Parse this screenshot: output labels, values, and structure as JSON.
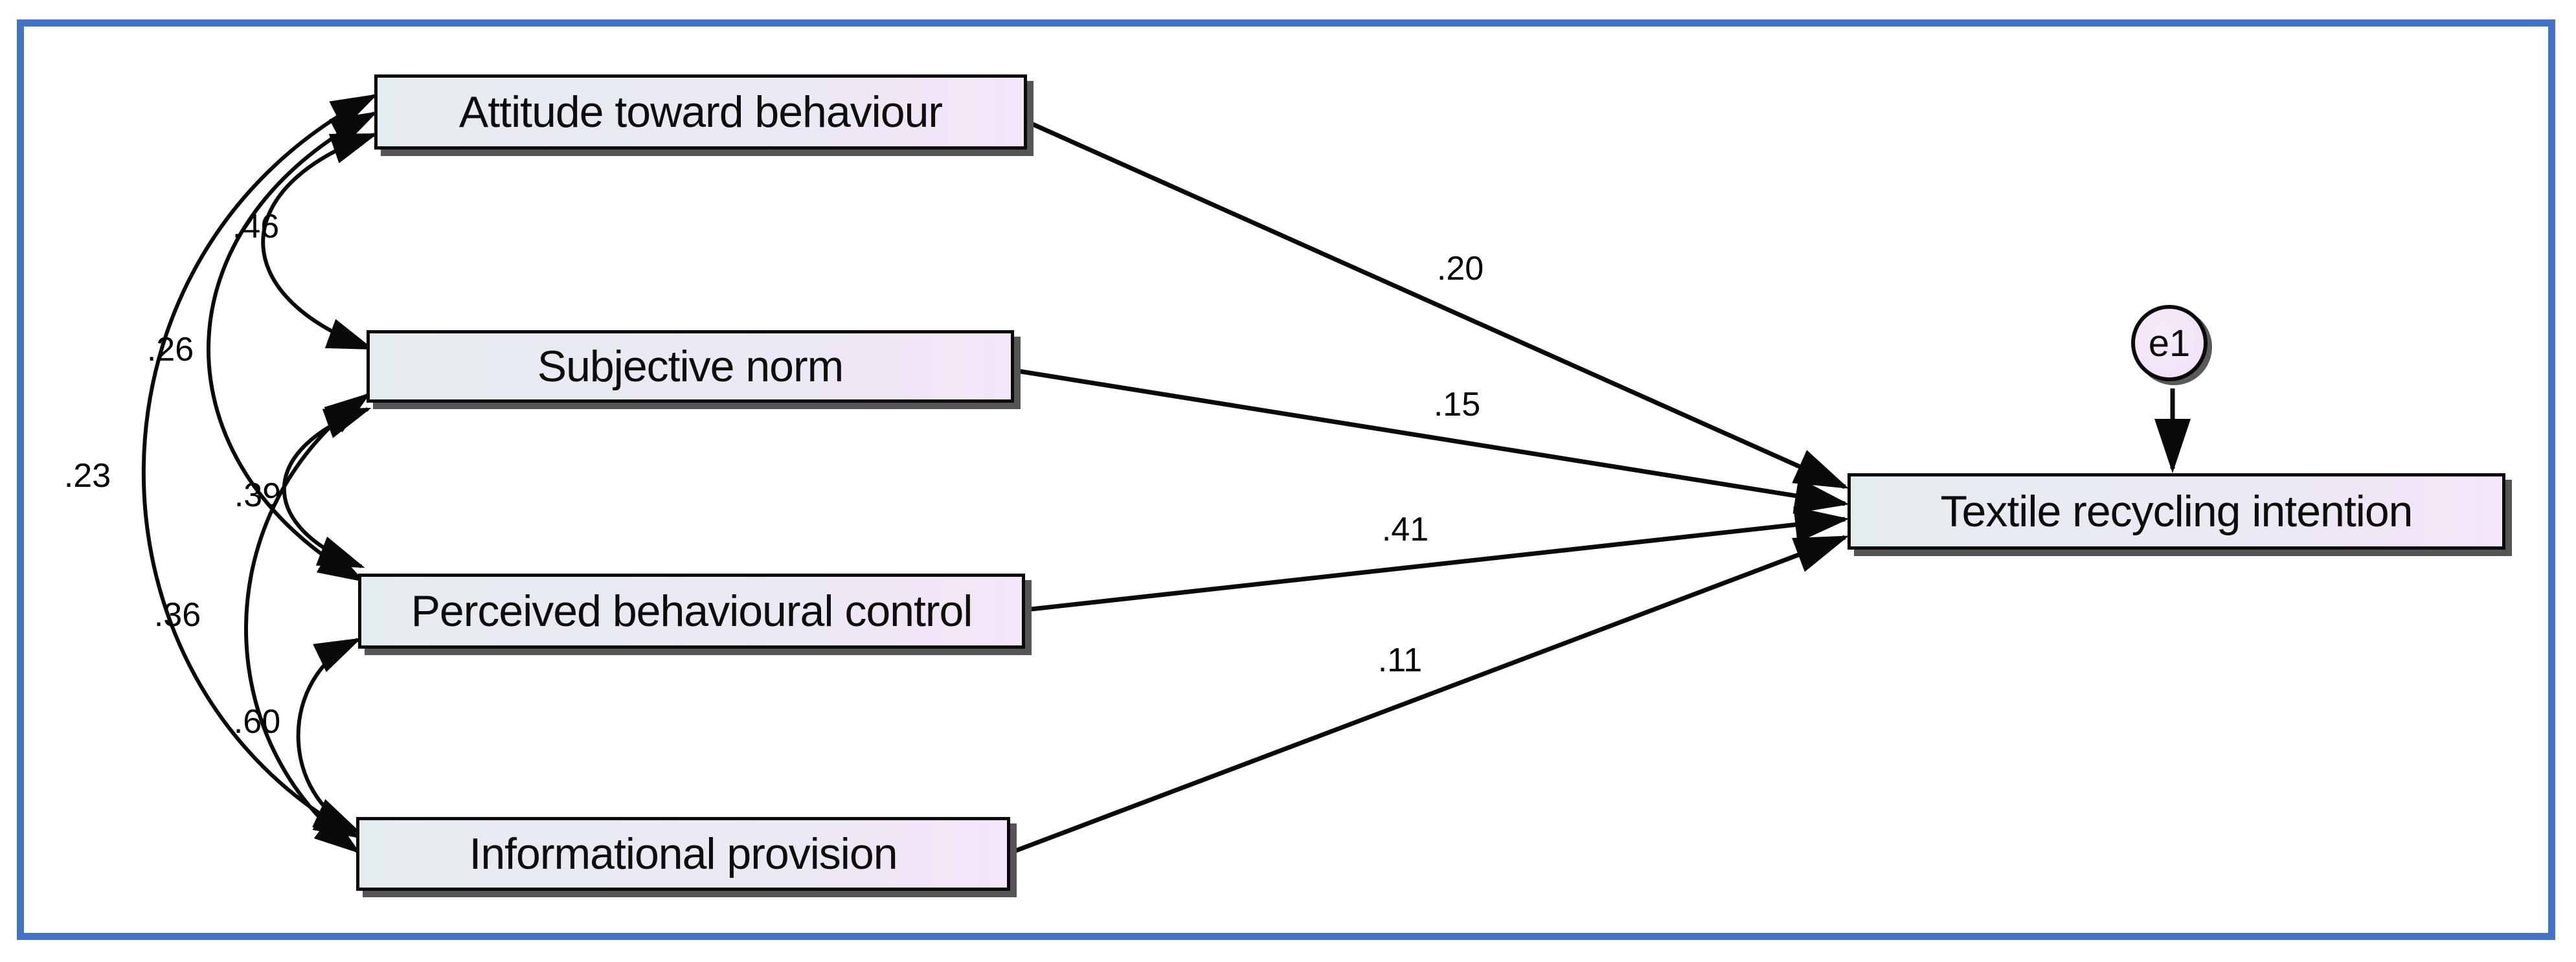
{
  "frame": {
    "border_color": "#4472c4",
    "background": "#ffffff"
  },
  "nodes": {
    "attitude": {
      "label": "Attitude toward behaviour",
      "type": "observed-exogenous"
    },
    "subjective": {
      "label": "Subjective norm",
      "type": "observed-exogenous"
    },
    "pbc": {
      "label": "Perceived behavioural control",
      "type": "observed-exogenous"
    },
    "info": {
      "label": "Informational provision",
      "type": "observed-exogenous"
    },
    "intention": {
      "label": "Textile recycling intention",
      "type": "observed-endogenous"
    },
    "error": {
      "label": "e1",
      "type": "error-term"
    }
  },
  "paths": [
    {
      "from": "Attitude toward behaviour",
      "to": "Textile recycling intention",
      "coef": ".20"
    },
    {
      "from": "Subjective norm",
      "to": "Textile recycling intention",
      "coef": ".15"
    },
    {
      "from": "Perceived behavioural control",
      "to": "Textile recycling intention",
      "coef": ".41"
    },
    {
      "from": "Informational provision",
      "to": "Textile recycling intention",
      "coef": ".11"
    },
    {
      "from": "e1",
      "to": "Textile recycling intention"
    }
  ],
  "covariances": [
    {
      "between": [
        "Attitude toward behaviour",
        "Subjective norm"
      ],
      "value": ".46"
    },
    {
      "between": [
        "Attitude toward behaviour",
        "Perceived behavioural control"
      ],
      "value": ".26"
    },
    {
      "between": [
        "Attitude toward behaviour",
        "Informational provision"
      ],
      "value": ".23"
    },
    {
      "between": [
        "Subjective norm",
        "Perceived behavioural control"
      ],
      "value": ".39"
    },
    {
      "between": [
        "Subjective norm",
        "Informational provision"
      ],
      "value": ".36"
    },
    {
      "between": [
        "Perceived behavioural control",
        "Informational provision"
      ],
      "value": ".60"
    }
  ],
  "colors": {
    "node_fill_left": "#e5ecef",
    "node_fill_right": "#f4e5f8",
    "node_border": "#0a0a0a",
    "node_shadow": "#555555",
    "connector": "#0a0a0a",
    "label_text": "#000000"
  }
}
